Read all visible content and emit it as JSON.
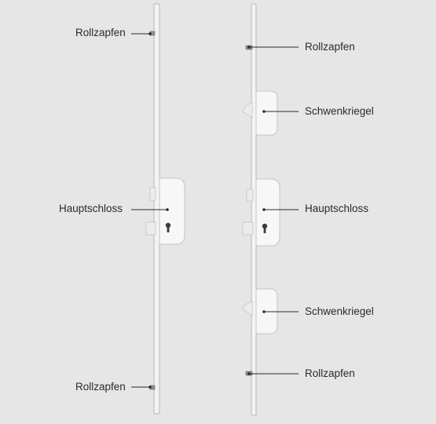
{
  "colors": {
    "background": "#e6e6e6",
    "bar": "#f3f3f3",
    "bar_edge": "#b9b9b9",
    "lock_body": "#f7f7f7",
    "lock_edge": "#c4c4c4",
    "leader_line": "#2b2b2b"
  },
  "left_assembly": {
    "labels": {
      "rollzapfen_top": "Rollzapfen",
      "hauptschloss": "Hauptschloss",
      "rollzapfen_bottom": "Rollzapfen"
    }
  },
  "right_assembly": {
    "labels": {
      "rollzapfen_top": "Rollzapfen",
      "schwenkriegel_top": "Schwenkriegel",
      "hauptschloss": "Hauptschloss",
      "schwenkriegel_bottom": "Schwenkriegel",
      "rollzapfen_bottom": "Rollzapfen"
    }
  }
}
